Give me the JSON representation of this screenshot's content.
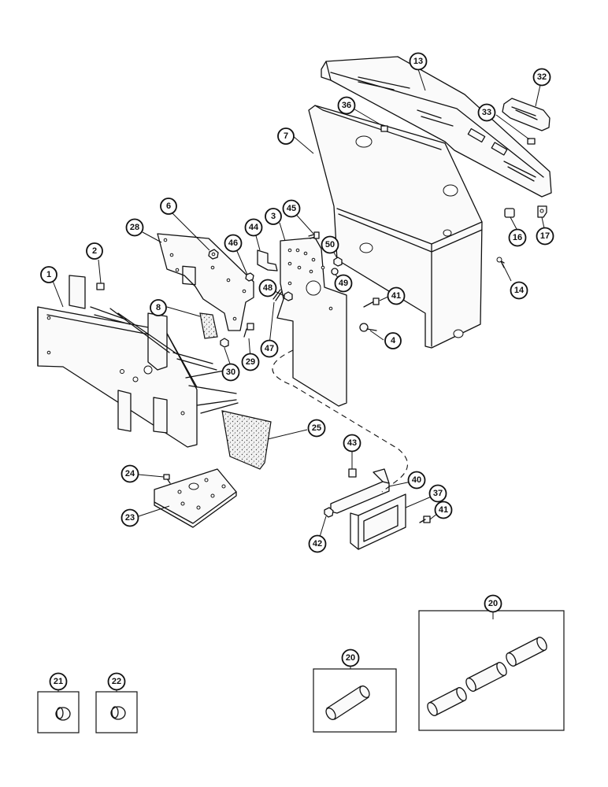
{
  "callouts": [
    {
      "id": "1",
      "label": "1"
    },
    {
      "id": "2",
      "label": "2"
    },
    {
      "id": "3",
      "label": "3"
    },
    {
      "id": "4",
      "label": "4"
    },
    {
      "id": "6",
      "label": "6"
    },
    {
      "id": "7",
      "label": "7"
    },
    {
      "id": "8",
      "label": "8"
    },
    {
      "id": "13",
      "label": "13"
    },
    {
      "id": "14",
      "label": "14"
    },
    {
      "id": "16",
      "label": "16"
    },
    {
      "id": "17",
      "label": "17"
    },
    {
      "id": "20a",
      "label": "20"
    },
    {
      "id": "20b",
      "label": "20"
    },
    {
      "id": "21",
      "label": "21"
    },
    {
      "id": "22",
      "label": "22"
    },
    {
      "id": "23",
      "label": "23"
    },
    {
      "id": "24",
      "label": "24"
    },
    {
      "id": "25",
      "label": "25"
    },
    {
      "id": "28",
      "label": "28"
    },
    {
      "id": "29",
      "label": "29"
    },
    {
      "id": "30",
      "label": "30"
    },
    {
      "id": "32",
      "label": "32"
    },
    {
      "id": "33",
      "label": "33"
    },
    {
      "id": "36",
      "label": "36"
    },
    {
      "id": "37",
      "label": "37"
    },
    {
      "id": "40",
      "label": "40"
    },
    {
      "id": "41a",
      "label": "41"
    },
    {
      "id": "41b",
      "label": "41"
    },
    {
      "id": "42",
      "label": "42"
    },
    {
      "id": "43",
      "label": "43"
    },
    {
      "id": "44",
      "label": "44"
    },
    {
      "id": "45",
      "label": "45"
    },
    {
      "id": "46",
      "label": "46"
    },
    {
      "id": "47",
      "label": "47"
    },
    {
      "id": "48",
      "label": "48"
    },
    {
      "id": "49",
      "label": "49"
    },
    {
      "id": "50",
      "label": "50"
    }
  ]
}
